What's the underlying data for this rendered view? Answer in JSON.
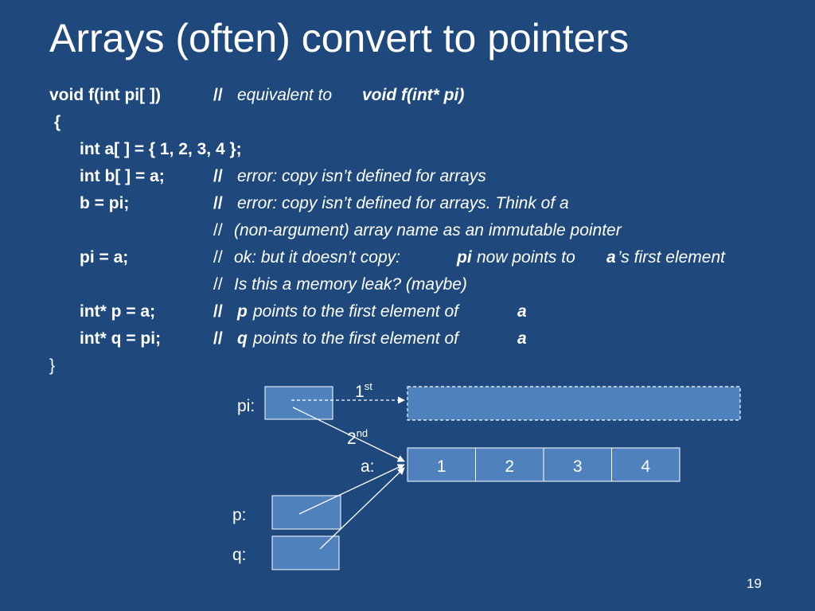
{
  "title": "Arrays (often) convert to pointers",
  "code": {
    "line1_code": "void f(int pi[ ])",
    "line1_slashes": "//",
    "line1_comment": "equivalent to",
    "line1_bold": "void f(int* pi)",
    "open_brace": "{",
    "line3_code": "int a[ ] = { 1, 2, 3, 4 };",
    "line4_code": "int b[ ] = a;",
    "line4_slashes": "//",
    "line4_comment": "error: copy isn’t defined for arrays",
    "line5_code": "b = pi;",
    "line5_slashes": "//",
    "line5_comment": "error: copy isn’t defined for arrays. Think of a",
    "line6_slashes": "//",
    "line6_comment": "(non-argument) array name as an immutable pointer",
    "line7_code": "pi = a;",
    "line7_slashes": "//",
    "line7_comment_a": "ok: but it doesn’t copy:",
    "line7_bold_a": "pi",
    "line7_comment_b": "now points to",
    "line7_bold_b": "a",
    "line7_comment_c": "’s first element",
    "line8_slashes": "//",
    "line8_comment": "Is this a memory leak? (maybe)",
    "line9_code": "int* p = a;",
    "line9_slashes": "//",
    "line9_bold_a": "p",
    "line9_comment": "points to the first element of",
    "line9_bold_b": "a",
    "line10_code": "int* q = pi;",
    "line10_slashes": "//",
    "line10_bold_a": "q",
    "line10_comment": "points to the first element of",
    "line10_bold_b": "a",
    "close_brace": "}"
  },
  "diagram": {
    "pi_label": "pi:",
    "a_label": "a:",
    "p_label": "p:",
    "q_label": "q:",
    "first_base": "1",
    "first_sup": "st",
    "second_base": "2",
    "second_sup": "nd",
    "array_values": [
      "1",
      "2",
      "3",
      "4"
    ]
  },
  "colors": {
    "background": "#1f497d",
    "box_fill": "#4f81bd",
    "text": "#ffffff"
  },
  "page_number": "19"
}
